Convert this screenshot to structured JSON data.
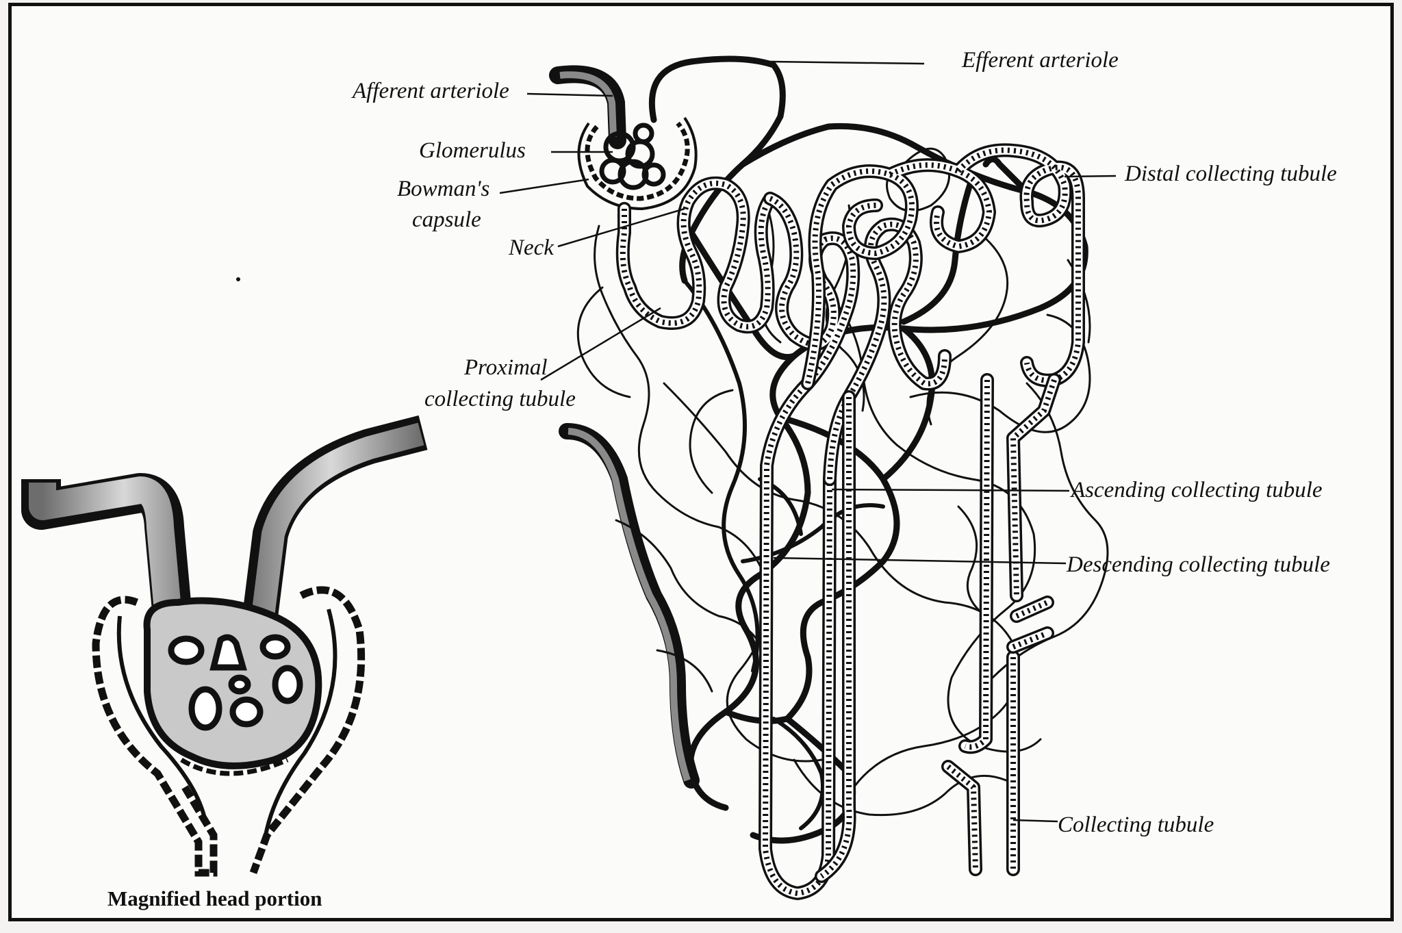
{
  "labels": {
    "efferent_arteriole": "Efferent arteriole",
    "afferent_arteriole": "Afferent arteriole",
    "glomerulus": "Glomerulus",
    "bowmans_capsule_line1": "Bowman's",
    "bowmans_capsule_line2": "capsule",
    "neck": "Neck",
    "distal_collecting_tubule": "Distal collecting tubule",
    "proximal_line1": "Proximal",
    "proximal_line2": "collecting tubule",
    "ascending_collecting_tubule": "Ascending collecting tubule",
    "descending_collecting_tubule": "Descending collecting tubule",
    "collecting_tubule": "Collecting tubule"
  },
  "magnified_caption": "Magnified head portion",
  "colors": {
    "ink": "#111111",
    "paper": "#fbfbf9",
    "shade": "#8a8a8a"
  }
}
